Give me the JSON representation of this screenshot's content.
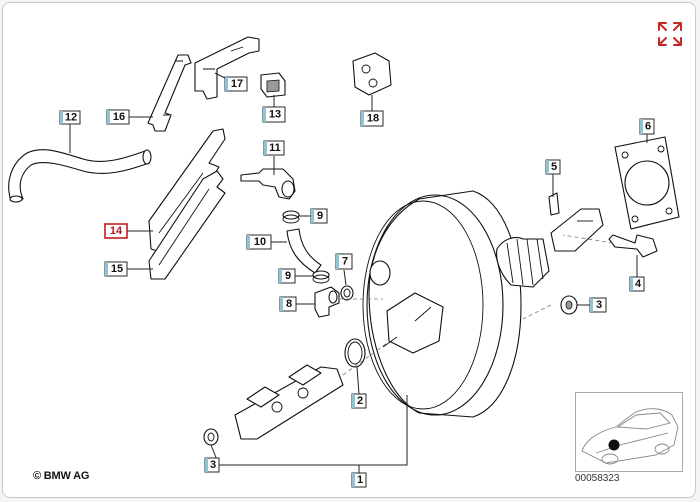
{
  "copyright": "© BMW AG",
  "diagram_id": "00058323",
  "expand_icon": "expand-arrows-icon",
  "accent_color": "#c02020",
  "label_tab_color": "#8fc3d6",
  "highlighted_callout": "14",
  "callouts": [
    {
      "id": "c12",
      "text": "12"
    },
    {
      "id": "c16",
      "text": "16"
    },
    {
      "id": "c17",
      "text": "17"
    },
    {
      "id": "c13",
      "text": "13"
    },
    {
      "id": "c18",
      "text": "18"
    },
    {
      "id": "c11",
      "text": "11"
    },
    {
      "id": "c9a",
      "text": "9"
    },
    {
      "id": "c10",
      "text": "10"
    },
    {
      "id": "c14",
      "text": "14"
    },
    {
      "id": "c15",
      "text": "15"
    },
    {
      "id": "c9b",
      "text": "9"
    },
    {
      "id": "c7",
      "text": "7"
    },
    {
      "id": "c8",
      "text": "8"
    },
    {
      "id": "c2",
      "text": "2"
    },
    {
      "id": "c3a",
      "text": "3"
    },
    {
      "id": "c1",
      "text": "1"
    },
    {
      "id": "c5",
      "text": "5"
    },
    {
      "id": "c6",
      "text": "6"
    },
    {
      "id": "c4",
      "text": "4"
    },
    {
      "id": "c3b",
      "text": "3"
    }
  ]
}
